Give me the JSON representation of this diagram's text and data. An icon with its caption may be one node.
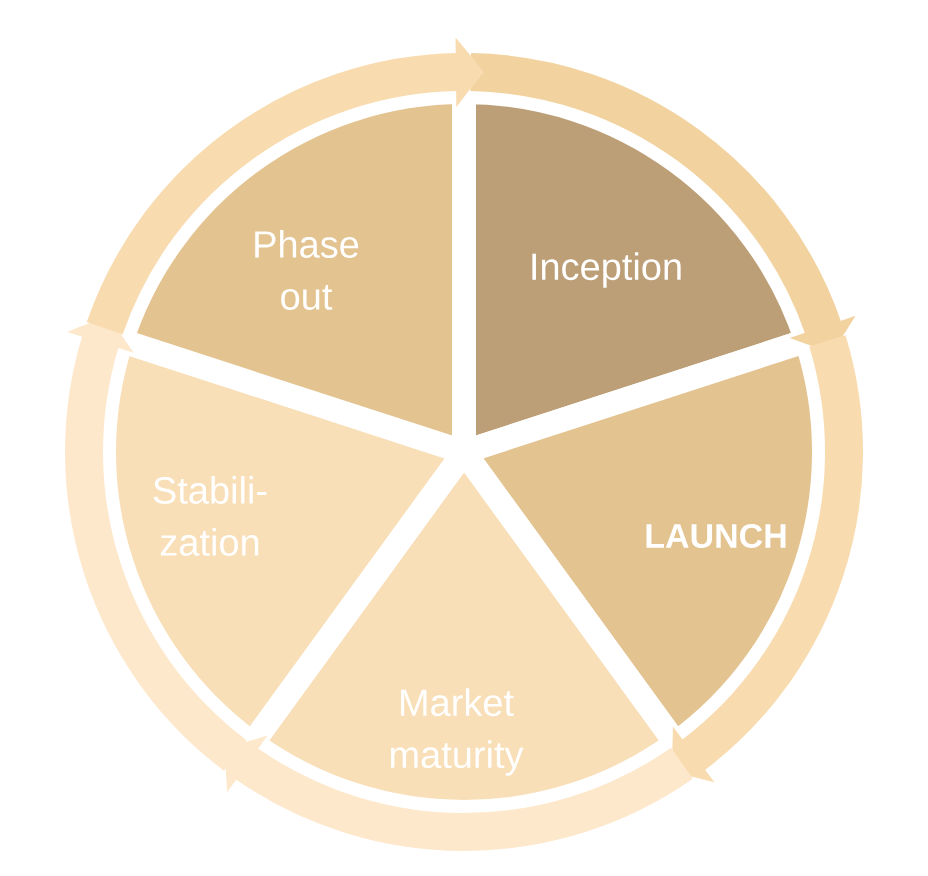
{
  "diagram": {
    "nodes": [
      {
        "text": [
          "Inception"
        ]
      },
      {
        "text": [
          "LAUNCH"
        ]
      },
      {
        "text": [
          "Market maturity"
        ]
      },
      {
        "text": [
          "Stabili- zation"
        ]
      },
      {
        "text": [
          "Phase out"
        ]
      }
    ],
    "edges": [
      {
        "from": 0,
        "to": 1,
        "arrow": "to"
      },
      {
        "from": 1,
        "to": 2,
        "arrow": "to"
      },
      {
        "from": 2,
        "to": 3,
        "arrow": "to"
      },
      {
        "from": 3,
        "to": 4,
        "arrow": "to"
      },
      {
        "from": 4,
        "to": 0,
        "arrow": "to"
      }
    ]
  }
}
